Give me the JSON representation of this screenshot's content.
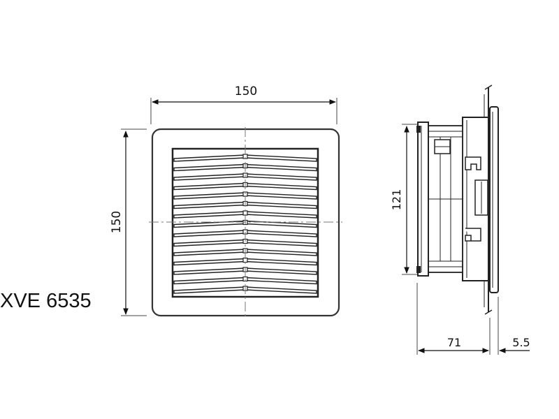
{
  "model": "XVE 6535",
  "dimensions": {
    "front_width": "150",
    "front_height": "150",
    "side_height": "121",
    "side_depth": "71",
    "flange_thickness": "5.5"
  }
}
